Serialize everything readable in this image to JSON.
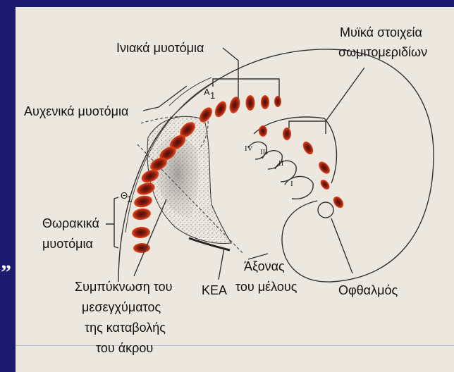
{
  "slide": {
    "bullet": "”",
    "colors": {
      "background": "#1b1a6e",
      "panel": "#ece8df",
      "somite_fill": "#8a1e10",
      "somite_glow": "#e8451c"
    }
  },
  "diagram": {
    "labels": {
      "occipital_myotomes": "Ινιακά μυοτόμια",
      "muscle_elements_line1": "Μυϊκά στοιχεία",
      "muscle_elements_line2": "σωμιτομεριδίων",
      "cervical_myotomes": "Αυχενικά μυοτόμια",
      "thoracic_line1": "Θωρακικά",
      "thoracic_line2": "μυοτόμια",
      "condensation_line1": "Συμπύκνωση του",
      "condensation_line2": "μεσεγχύματος",
      "condensation_line3": "της καταβολής",
      "condensation_line4": "του άκρου",
      "kea": "ΚΕΑ",
      "limb_axis_line1": "Άξονας",
      "limb_axis_line2": "του μέλους",
      "eye": "Οφθαλμός"
    },
    "markers": {
      "a1_letter": "A",
      "a1_sub": "1",
      "t1_letter": "Θ",
      "t1_sub": "1",
      "somitomere_iv": "IV",
      "somitomere_iii": "III",
      "somitomere_ii": "II",
      "somitomere_i": "I"
    },
    "icons": [
      "somite-blob",
      "eye-circle",
      "leader-line"
    ]
  }
}
